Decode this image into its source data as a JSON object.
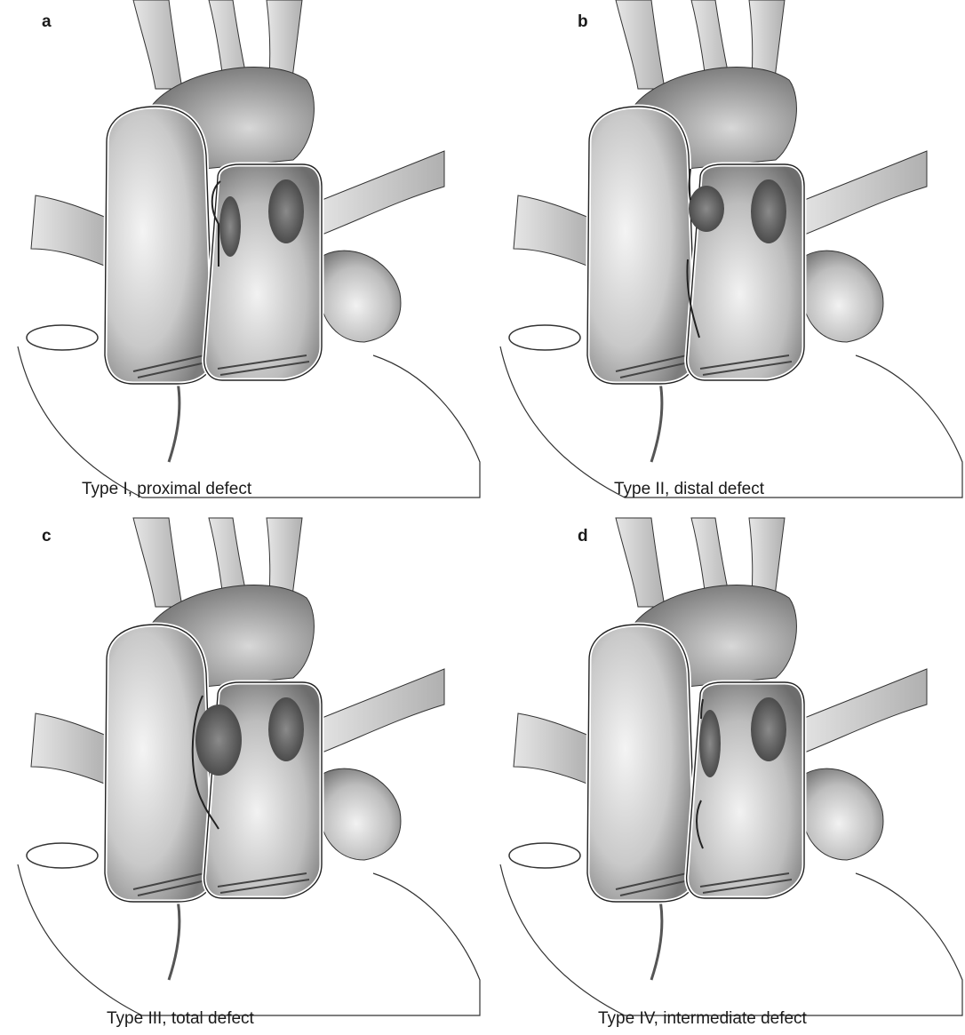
{
  "figure": {
    "panels": [
      {
        "id": "a",
        "letter": "a",
        "caption": "Type I, proximal defect",
        "defect": "proximal"
      },
      {
        "id": "b",
        "letter": "b",
        "caption": "Type II, distal defect",
        "defect": "distal"
      },
      {
        "id": "c",
        "letter": "c",
        "caption": "Type III, total defect",
        "defect": "total"
      },
      {
        "id": "d",
        "letter": "d",
        "caption": "Type IV, intermediate defect",
        "defect": "intermediate"
      }
    ]
  }
}
